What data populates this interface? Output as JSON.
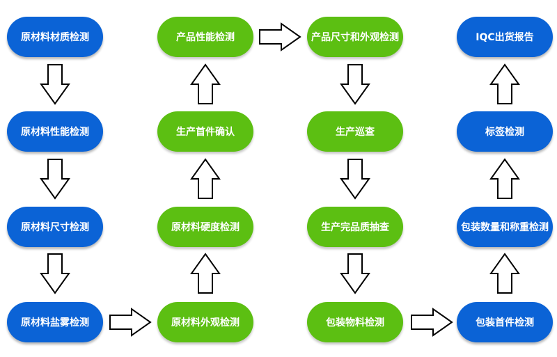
{
  "colors": {
    "blue": "#0b63d6",
    "green": "#5cbf12",
    "arrow_stroke": "#000000",
    "arrow_fill": "#ffffff"
  },
  "columns": [
    {
      "color": "blue",
      "steps": [
        "原材料材质检测",
        "原材料性能检测",
        "原材料尺寸检测",
        "原材料盐雾检测"
      ]
    },
    {
      "color": "green",
      "steps": [
        "原材料外观检测",
        "原材料硬度检测",
        "生产首件确认",
        "产品性能检测"
      ]
    },
    {
      "color": "green",
      "steps": [
        "产品尺寸和外观检测",
        "生产巡查",
        "生产完品质抽查",
        "包装物料检测"
      ]
    },
    {
      "color": "blue",
      "steps": [
        "包装首件检测",
        "包装数量和称重检测",
        "标签检测",
        "IQC出货报告"
      ]
    }
  ]
}
